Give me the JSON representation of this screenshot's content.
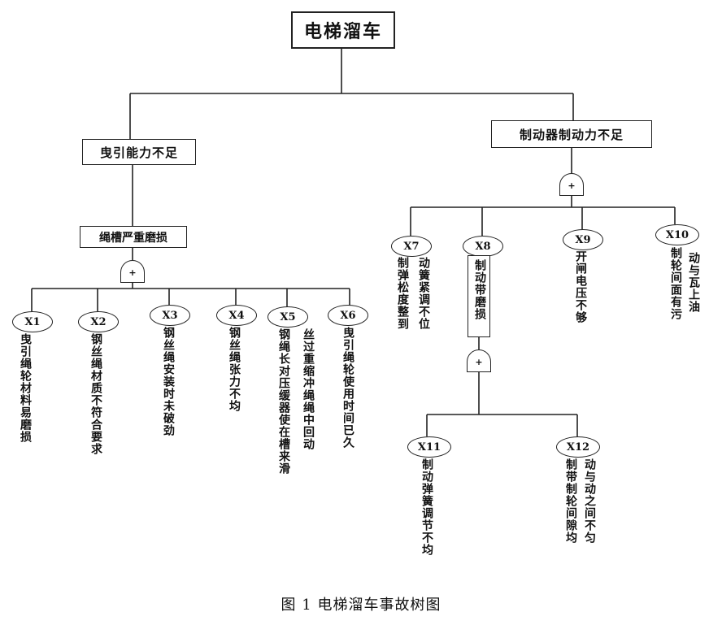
{
  "top_event": "电梯溜车",
  "left_branch": {
    "label": "曳引能力不足",
    "sub_event": "绳槽严重磨损",
    "gate_symbol": "+",
    "events": [
      {
        "id": "X1",
        "text": "曳引绳轮材料易磨损"
      },
      {
        "id": "X2",
        "text": "钢丝绳材质不符合要求"
      },
      {
        "id": "X3",
        "text": "钢丝绳安装时未破劲"
      },
      {
        "id": "X4",
        "text": "钢丝绳张力不均"
      },
      {
        "id": "X5",
        "text_col1": "钢绳长对压缓器使在槽来滑",
        "text_col2": "丝过重缩冲绳绳中回动"
      },
      {
        "id": "X6",
        "text": "曳引绳轮使用时间已久"
      }
    ]
  },
  "right_branch": {
    "label": "制动器制动力不足",
    "gate_symbol": "+",
    "events": [
      {
        "id": "X7",
        "text_col1": "制弹松度整到",
        "text_col2": "动簧紧调不位"
      },
      {
        "id": "X8",
        "text": "制动带磨损"
      },
      {
        "id": "X9",
        "text": "开闸电压不够"
      },
      {
        "id": "X10",
        "text_col1": "制轮间面有污",
        "text_col2": "动与瓦上油"
      }
    ],
    "x8_gate_symbol": "+",
    "x8_events": [
      {
        "id": "X11",
        "text": "制动弹簧调节不均"
      },
      {
        "id": "X12",
        "text_col1": "制带制轮间隙均",
        "text_col2": "动与动之间不匀"
      }
    ]
  },
  "caption": "图 1 电梯溜车事故树图"
}
